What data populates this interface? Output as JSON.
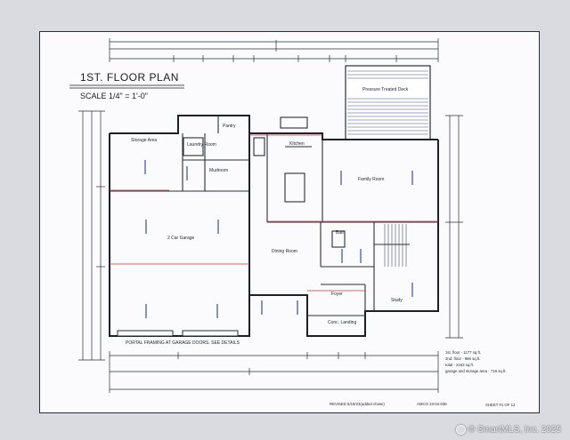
{
  "plan": {
    "title": "1ST. FLOOR PLAN",
    "scale": "SCALE 1/4\" = 1'-0\""
  },
  "rooms": {
    "deck": "Pressure Treated Deck",
    "pantry": "Pantry",
    "kitchen": "Kitchen",
    "laundry": "Laundry Room",
    "storage": "Storage Area",
    "mudroom": "Mudroom",
    "family": "Family Room",
    "garage": "2 Car Garage",
    "bath": "Bath",
    "dining": "Dining Room",
    "foyer": "Foyer",
    "study": "Study",
    "landing": "Conc. Landing"
  },
  "notes": {
    "portal": "PORTAL FRAMING AT GARAGE DOORS. SEE DETAILS"
  },
  "areas": {
    "first": "1st. floor - 1177 sq.ft.",
    "second": "2nd. floor - 986 sq.ft.",
    "total": "total - 2163 sq.ft.",
    "garage": "garage and storage area - 718 sq.ft."
  },
  "footer": {
    "revised": "REVISED 6/19/23(added chase)",
    "job": "AMCO 23-04-036",
    "sheet": "SHEET #1 OF 12"
  },
  "watermark": "© SmartMLS, Inc. 2025",
  "colors": {
    "line": "#2a2c3c",
    "red": "#c8362e",
    "blue": "#3a4f8a"
  }
}
